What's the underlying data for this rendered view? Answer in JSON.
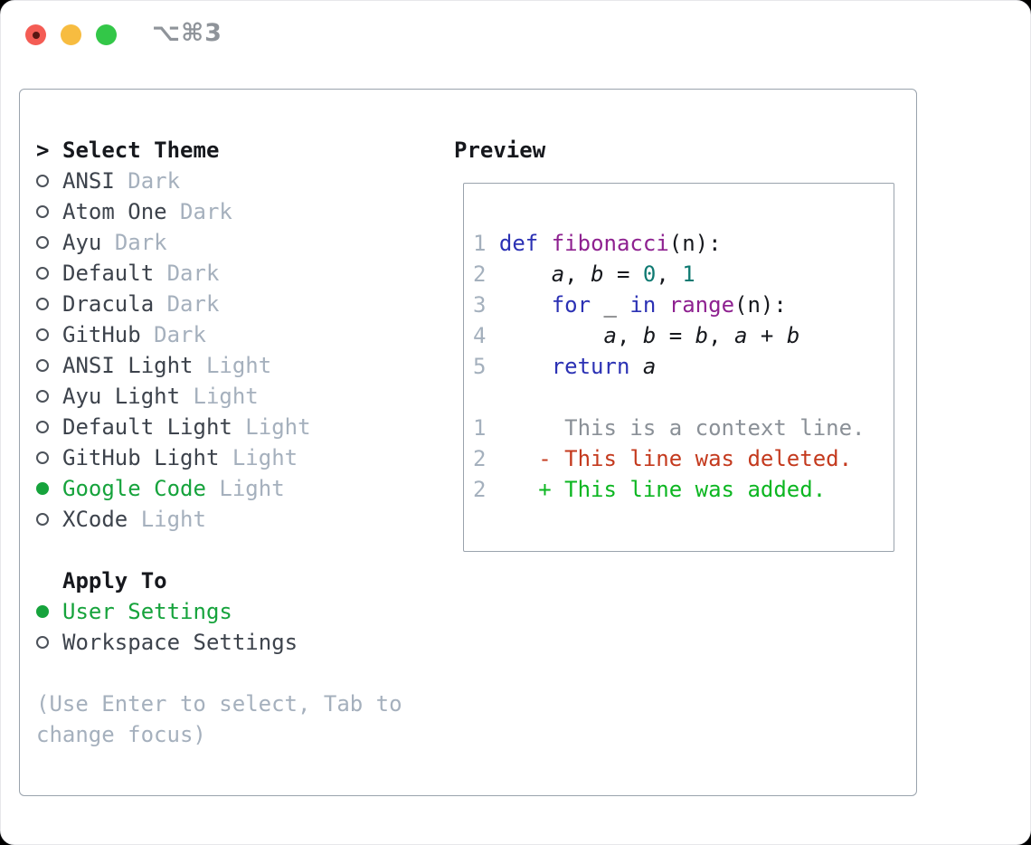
{
  "window": {
    "title": "⌥⌘3"
  },
  "colors": {
    "accent": "#16a33c",
    "t_red": "#f45c54",
    "t_red_dot": "#5a1712",
    "t_yellow": "#f7bc40",
    "t_green": "#33c748",
    "title_gray": "#8f949a",
    "text_strong": "#16181d",
    "text_dark": "#3d434c",
    "text_muted": "#a5b0bd",
    "border": "#9aa3ad",
    "lineno": "#a4b0bd",
    "kw": "#2b31b4",
    "fn": "#8e2190",
    "num": "#0f7a72",
    "plain": "#16181d",
    "ctx": "#8a9097",
    "del": "#c43a1e",
    "add": "#0cb621"
  },
  "theme_panel": {
    "header": {
      "prompt": ">",
      "label": "Select Theme"
    },
    "themes": [
      {
        "name": "ANSI",
        "variant": "Dark",
        "selected": false
      },
      {
        "name": "Atom One",
        "variant": "Dark",
        "selected": false
      },
      {
        "name": "Ayu",
        "variant": "Dark",
        "selected": false
      },
      {
        "name": "Default",
        "variant": "Dark",
        "selected": false
      },
      {
        "name": "Dracula",
        "variant": "Dark",
        "selected": false
      },
      {
        "name": "GitHub",
        "variant": "Dark",
        "selected": false
      },
      {
        "name": "ANSI Light",
        "variant": "Light",
        "selected": false
      },
      {
        "name": "Ayu Light",
        "variant": "Light",
        "selected": false
      },
      {
        "name": "Default Light",
        "variant": "Light",
        "selected": false
      },
      {
        "name": "GitHub Light",
        "variant": "Light",
        "selected": false
      },
      {
        "name": "Google Code",
        "variant": "Light",
        "selected": true
      },
      {
        "name": "XCode",
        "variant": "Light",
        "selected": false
      }
    ],
    "apply_to": {
      "label": "Apply To",
      "options": [
        {
          "label": "User Settings",
          "selected": true
        },
        {
          "label": "Workspace Settings",
          "selected": false
        }
      ]
    },
    "hint_lines": [
      "(Use Enter to select, Tab to",
      "change focus)"
    ]
  },
  "preview_panel": {
    "title": "Preview",
    "lines": [
      {
        "tokens": [
          [
            "ln",
            "1 "
          ],
          [
            "kw",
            "def"
          ],
          [
            "pl",
            " "
          ],
          [
            "fn",
            "fibonacci"
          ],
          [
            "pl",
            "(n):"
          ]
        ]
      },
      {
        "tokens": [
          [
            "ln",
            "2 "
          ],
          [
            "pl",
            "    "
          ],
          [
            "var",
            "a"
          ],
          [
            "pl",
            ", "
          ],
          [
            "var",
            "b"
          ],
          [
            "pl",
            " = "
          ],
          [
            "num",
            "0"
          ],
          [
            "pl",
            ", "
          ],
          [
            "num",
            "1"
          ]
        ]
      },
      {
        "tokens": [
          [
            "ln",
            "3 "
          ],
          [
            "pl",
            "    "
          ],
          [
            "kw",
            "for"
          ],
          [
            "pl",
            " _ "
          ],
          [
            "kw",
            "in"
          ],
          [
            "pl",
            " "
          ],
          [
            "fn",
            "range"
          ],
          [
            "pl",
            "(n):"
          ]
        ]
      },
      {
        "tokens": [
          [
            "ln",
            "4 "
          ],
          [
            "pl",
            "        "
          ],
          [
            "var",
            "a"
          ],
          [
            "pl",
            ", "
          ],
          [
            "var",
            "b"
          ],
          [
            "pl",
            " = "
          ],
          [
            "var",
            "b"
          ],
          [
            "pl",
            ", "
          ],
          [
            "var",
            "a"
          ],
          [
            "pl",
            " + "
          ],
          [
            "var",
            "b"
          ]
        ]
      },
      {
        "tokens": [
          [
            "ln",
            "5 "
          ],
          [
            "pl",
            "    "
          ],
          [
            "kw",
            "return"
          ],
          [
            "pl",
            " "
          ],
          [
            "var",
            "a"
          ]
        ]
      },
      {
        "tokens": []
      },
      {
        "tokens": [
          [
            "ln",
            "1 "
          ],
          [
            "ctx",
            "     This is a context line."
          ]
        ]
      },
      {
        "tokens": [
          [
            "ln",
            "2 "
          ],
          [
            "del",
            "   - This line was deleted."
          ]
        ]
      },
      {
        "tokens": [
          [
            "ln",
            "2 "
          ],
          [
            "add",
            "   + This line was added."
          ]
        ]
      }
    ]
  }
}
